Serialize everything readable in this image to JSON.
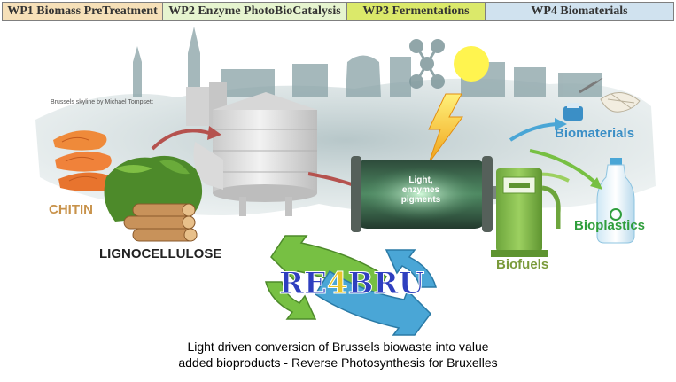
{
  "work_packages": [
    {
      "label": "WP1 Biomass PreTreatment",
      "color": "#f6e0b8"
    },
    {
      "label": "WP2 Enzyme PhotoBioCatalysis",
      "color": "#e6f4cf"
    },
    {
      "label": "WP3 Fermentations",
      "color": "#dbe96a"
    },
    {
      "label": "WP4 Biomaterials",
      "color": "#d0e2ef"
    }
  ],
  "skyline_credit": "Brussels skyline by Michael Tompsett",
  "labels": {
    "chitin": "CHITIN",
    "lignocellulose": "LIGNOCELLULOSE",
    "reactor_line1": "Light, enzymes",
    "reactor_line2": "pigments",
    "biomaterials": "Biomaterials",
    "bioplastics": "Bioplastics",
    "biofuels": "Biofuels"
  },
  "logo": {
    "part1": "RE",
    "part2": "4",
    "part3": "BRU"
  },
  "caption": {
    "line1": "Light driven conversion of Brussels biowaste into value",
    "line2": "added bioproducts - Reverse Photosynthesis for Bruxelles"
  },
  "colors": {
    "chitin": "#c8924a",
    "biomaterials": "#3b8fc6",
    "bioplastics": "#2f9e3c",
    "biofuels": "#7a9a3a",
    "arrow_red": "#b5524e",
    "arrow_green": "#77c043",
    "arrow_blue": "#4aa6d6",
    "logo_blue": "#2f3fbf",
    "logo_yellow": "#e8c62c",
    "sun": "#fff44f"
  }
}
